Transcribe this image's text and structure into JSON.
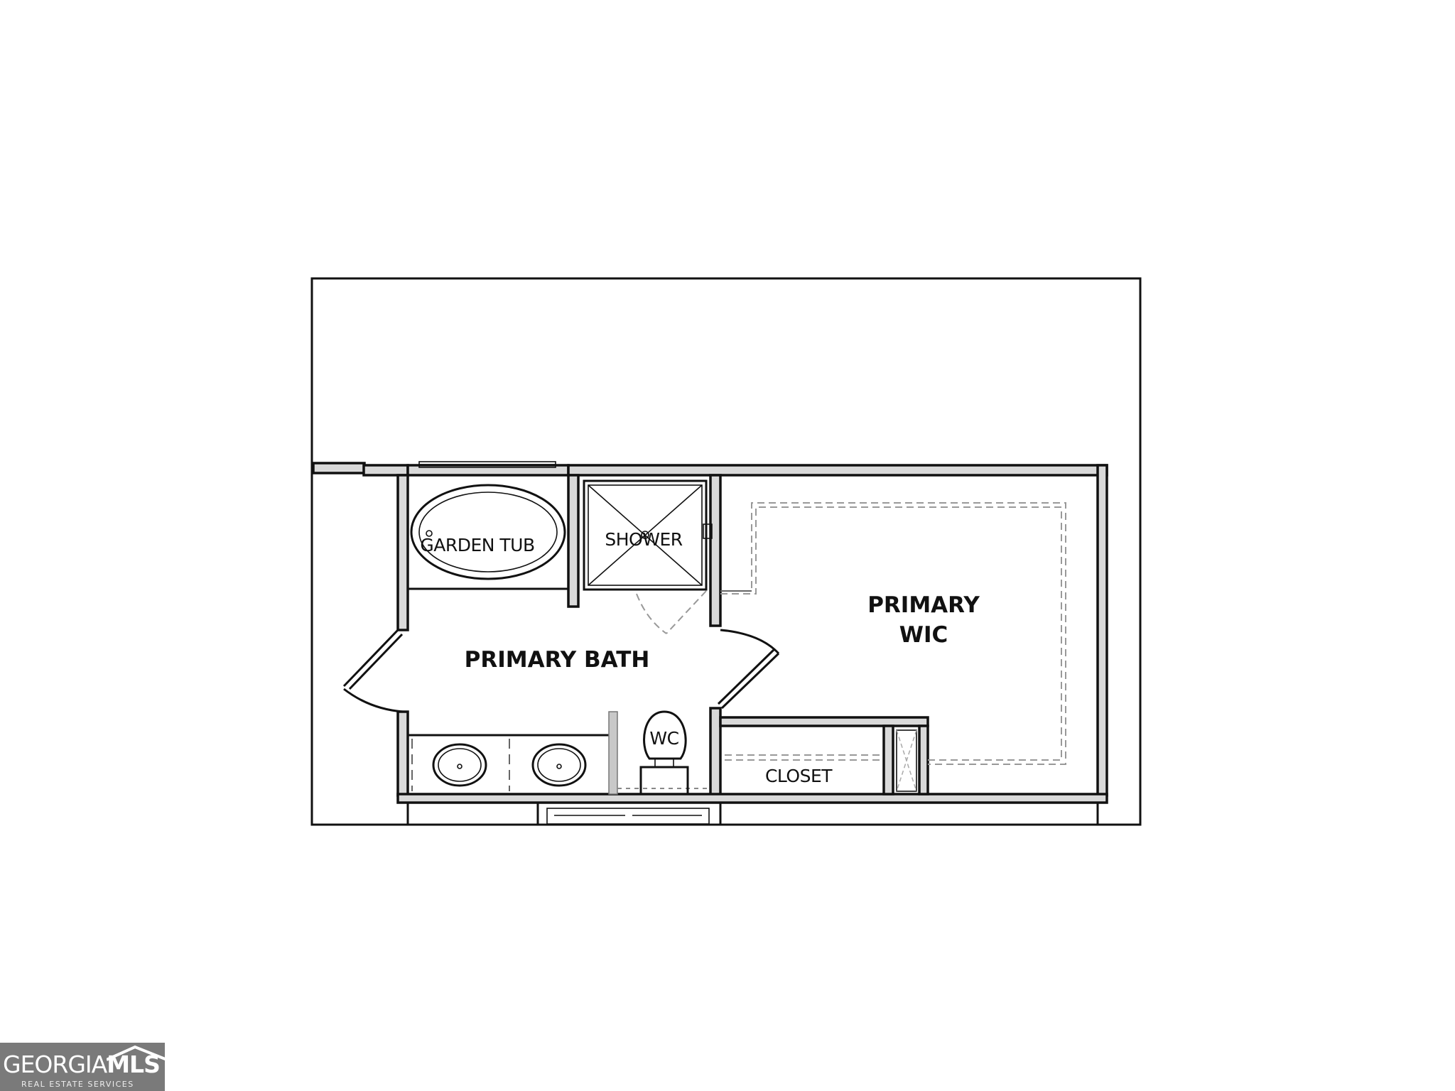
{
  "rooms": {
    "primary_bath": "PRIMARY BATH",
    "primary_wic_line1": "PRIMARY",
    "primary_wic_line2": "WIC"
  },
  "fixtures": {
    "garden_tub": "GARDEN TUB",
    "shower": "SHOWER",
    "wc": "WC",
    "closet": "CLOSET"
  },
  "logo": {
    "name_light": "GEORGIA",
    "name_bold": "MLS",
    "tagline": "REAL ESTATE SERVICES"
  },
  "colors": {
    "background": "#ffffff",
    "line": "#111111",
    "wall_fill": "#d9d9d9",
    "logo_bg": "#7a7a7a"
  }
}
